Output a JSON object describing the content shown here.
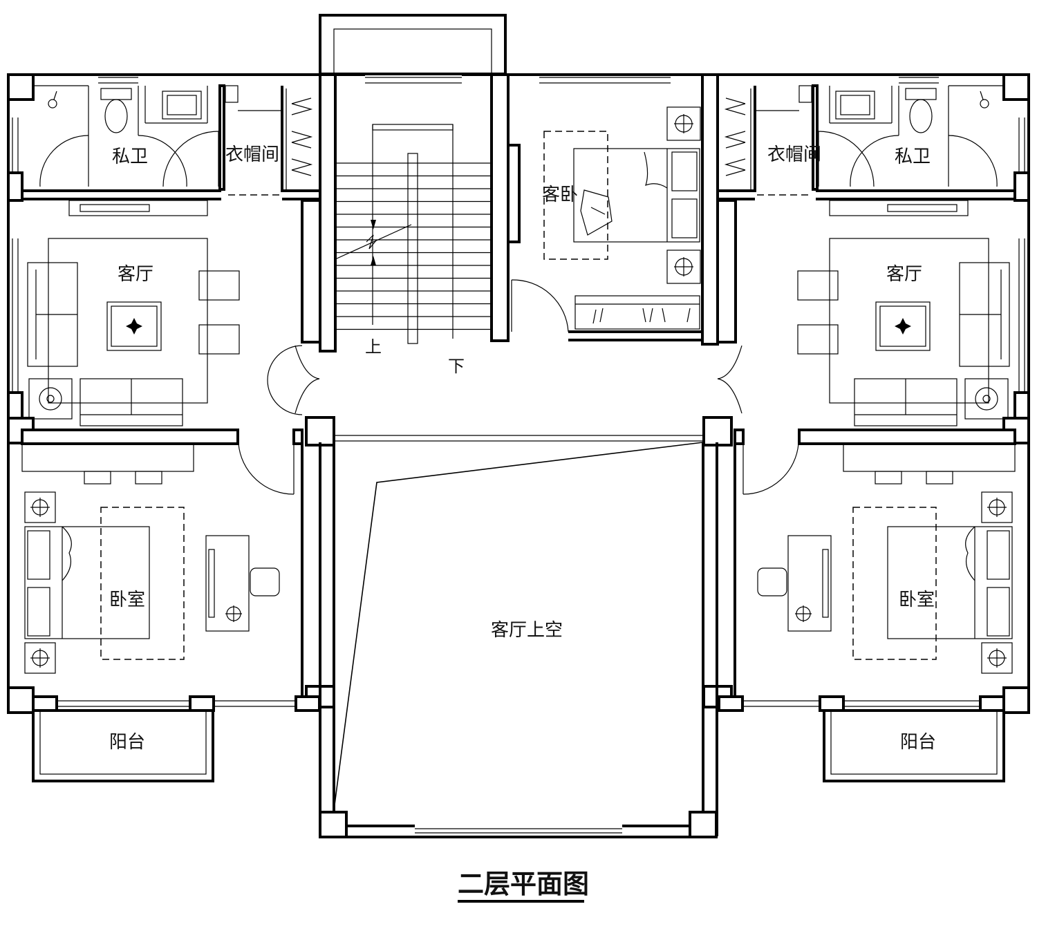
{
  "drawing": {
    "title": "二层平面图",
    "rooms": {
      "bath_left": "私卫",
      "closet_left": "衣帽间",
      "guest_bedroom": "客卧",
      "closet_right": "衣帽间",
      "bath_right": "私卫",
      "living_left": "客厅",
      "living_right": "客厅",
      "bedroom_left": "卧室",
      "bedroom_right": "卧室",
      "atrium": "客厅上空",
      "balcony_left": "阳台",
      "balcony_right": "阳台"
    },
    "stair": {
      "up": "上",
      "down": "下"
    }
  }
}
